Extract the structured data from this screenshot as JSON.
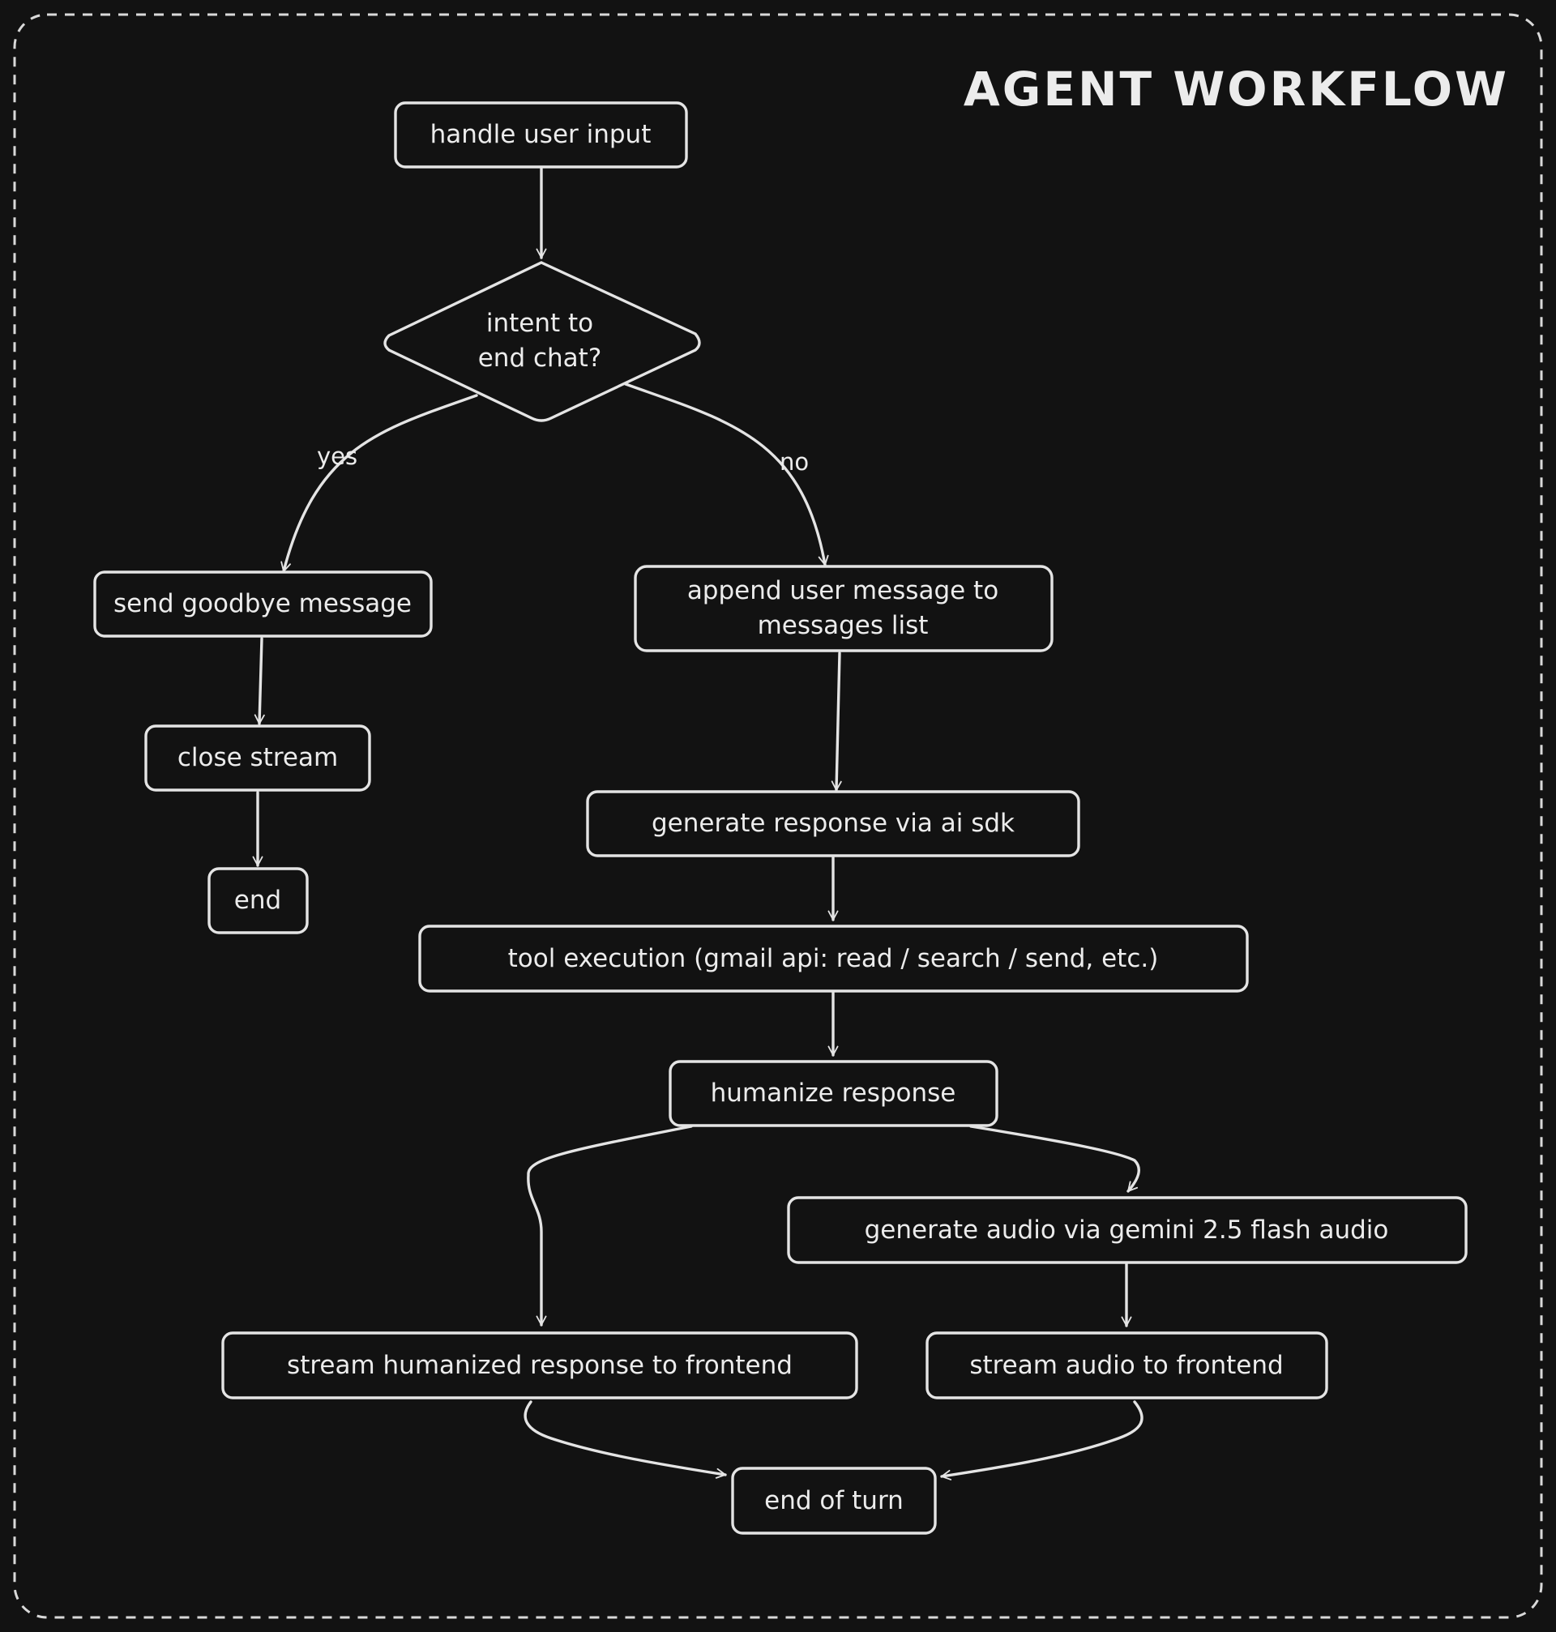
{
  "title": "AGENT WORKFLOW",
  "nodes": {
    "handle_input": "handle user input",
    "intent_line1": "intent to",
    "intent_line2": "end chat?",
    "goodbye": "send goodbye message",
    "close_stream": "close stream",
    "end": "end",
    "append_line1": "append user message to",
    "append_line2": "messages list",
    "generate_response": "generate response via ai sdk",
    "tool_execution": "tool execution (gmail api: read / search / send, etc.)",
    "humanize": "humanize response",
    "generate_audio": "generate audio via gemini 2.5 flash audio",
    "stream_humanized": "stream humanized response to frontend",
    "stream_audio": "stream audio to frontend",
    "end_of_turn": "end of turn"
  },
  "edges": {
    "yes": "yes",
    "no": "no"
  },
  "colors": {
    "background": "#121212",
    "stroke": "#e4e4e4",
    "text": "#ececec"
  }
}
